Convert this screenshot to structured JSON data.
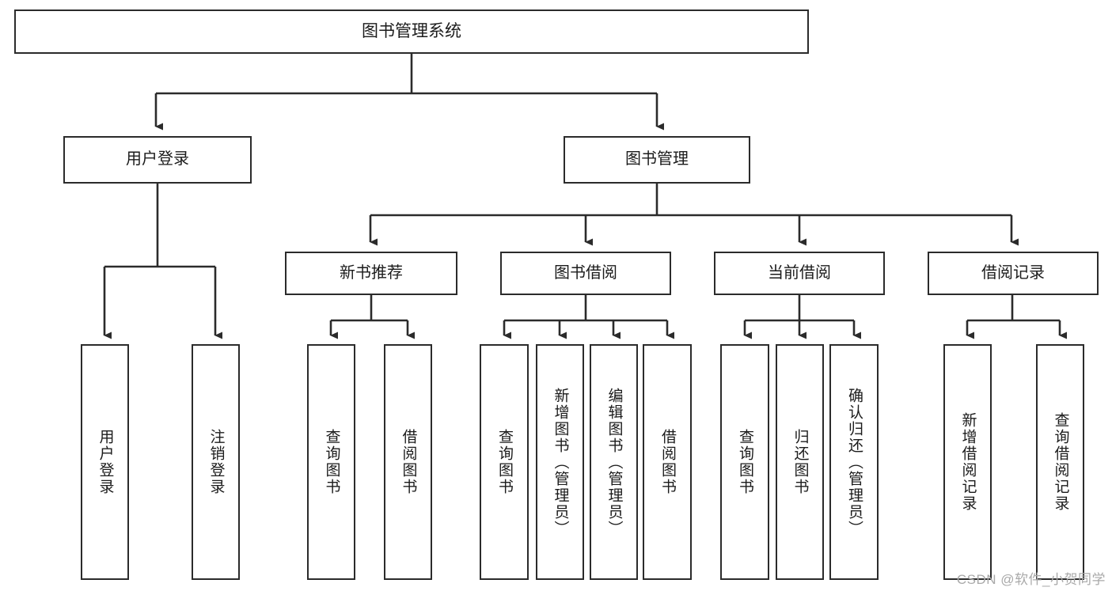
{
  "diagram": {
    "title": "图书管理系统",
    "type": "tree-hierarchy-diagram",
    "colors": {
      "background": "#ffffff",
      "box_border": "#2b2b2b",
      "box_fill": "#ffffff",
      "connector": "#2b2b2b",
      "text": "#1b1b1b",
      "watermark": "#a9a9a9"
    },
    "root": {
      "label": "图书管理系统"
    },
    "level2": [
      {
        "label": "用户登录"
      },
      {
        "label": "图书管理"
      }
    ],
    "level3": [
      {
        "label": "新书推荐"
      },
      {
        "label": "图书借阅"
      },
      {
        "label": "当前借阅"
      },
      {
        "label": "借阅记录"
      }
    ],
    "leaves": {
      "user_login": [
        {
          "label": "用户登录"
        },
        {
          "label": "注销登录"
        }
      ],
      "new_book_recommend": [
        {
          "label": "查询图书"
        },
        {
          "label": "借阅图书"
        }
      ],
      "book_borrow": [
        {
          "label": "查询图书"
        },
        {
          "label": "新增图书（管理员）"
        },
        {
          "label": "编辑图书（管理员）"
        },
        {
          "label": "借阅图书"
        }
      ],
      "current_borrow": [
        {
          "label": "查询图书"
        },
        {
          "label": "归还图书"
        },
        {
          "label": "确认归还（管理员）"
        }
      ],
      "borrow_record": [
        {
          "label": "新增借阅记录"
        },
        {
          "label": "查询借阅记录"
        }
      ]
    }
  },
  "watermark": {
    "text": "CSDN @软件_小贺同学"
  }
}
